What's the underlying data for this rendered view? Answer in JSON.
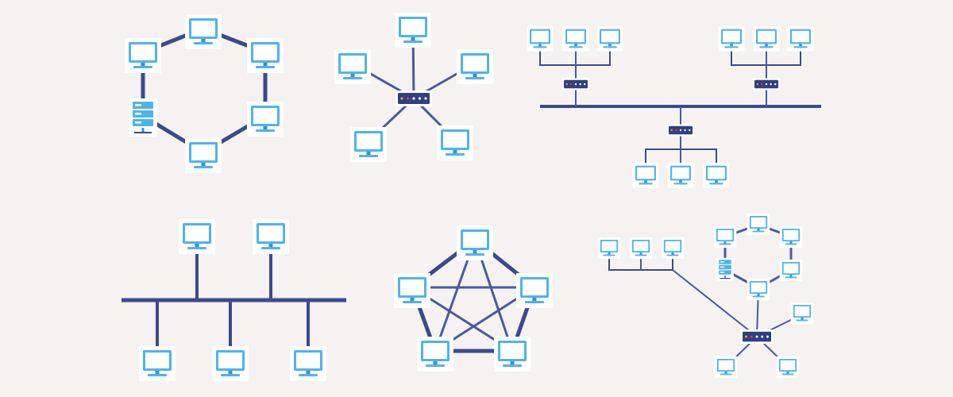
{
  "colors": {
    "background": "#f5f2f1",
    "link": "#3c4a8c",
    "link_thin": "#4a5aa0",
    "device": "#4fb3ec",
    "device_dark": "#2f92d3",
    "screen": "#ffffff",
    "hub_body": "#2f4080",
    "hub_leds": [
      "#f0a020",
      "#e04040",
      "#ffffff",
      "#ffffff",
      "#ffffff"
    ]
  },
  "diagrams": [
    {
      "id": "ring",
      "device_count": 6,
      "device_types": [
        "computer",
        "computer",
        "computer",
        "computer",
        "computer",
        "server"
      ],
      "icon": "computer-icon"
    },
    {
      "id": "star",
      "device_count": 5,
      "hub_count": 1,
      "icon": "hub-icon"
    },
    {
      "id": "tree",
      "device_count": 9,
      "hub_count": 3
    },
    {
      "id": "bus",
      "device_count": 5
    },
    {
      "id": "mesh",
      "device_count": 5,
      "fully_connected": true
    },
    {
      "id": "hybrid",
      "device_count": 12,
      "hub_count": 1,
      "includes": [
        "bus",
        "ring",
        "star"
      ]
    }
  ]
}
